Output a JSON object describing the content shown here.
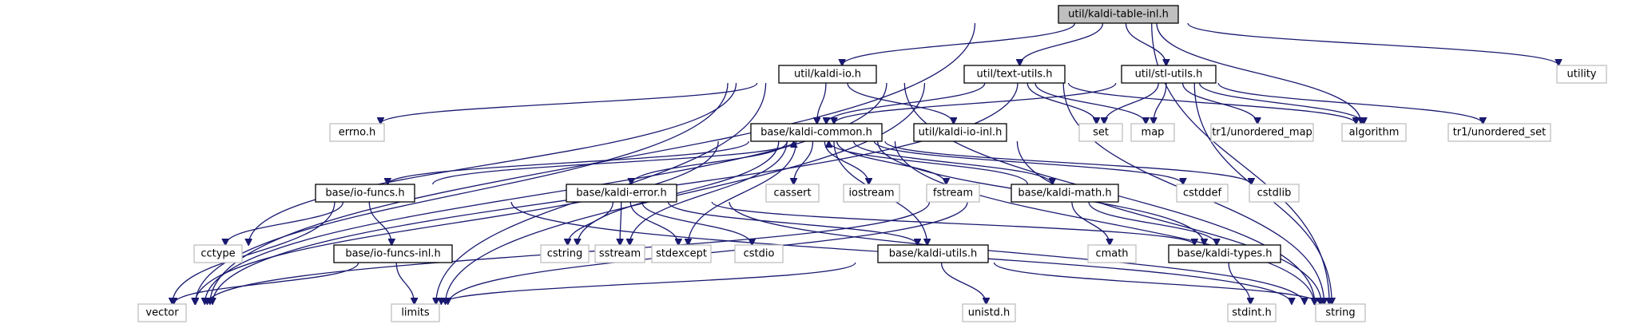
{
  "colors": {
    "edge": "#191970",
    "root_fill": "#bfbfbf",
    "local_border": "#000000",
    "system_border": "#bfbfbf"
  },
  "nodes": [
    {
      "id": "root",
      "label": "util/kaldi-table-inl.h",
      "kind": "root"
    },
    {
      "id": "kaldi_io",
      "label": "util/kaldi-io.h",
      "kind": "local"
    },
    {
      "id": "text_utils",
      "label": "util/text-utils.h",
      "kind": "local"
    },
    {
      "id": "stl_utils",
      "label": "util/stl-utils.h",
      "kind": "local"
    },
    {
      "id": "utility",
      "label": "utility",
      "kind": "system"
    },
    {
      "id": "errno",
      "label": "errno.h",
      "kind": "system"
    },
    {
      "id": "kaldi_common",
      "label": "base/kaldi-common.h",
      "kind": "local"
    },
    {
      "id": "kaldi_io_inl",
      "label": "util/kaldi-io-inl.h",
      "kind": "local"
    },
    {
      "id": "set",
      "label": "set",
      "kind": "system"
    },
    {
      "id": "map",
      "label": "map",
      "kind": "system"
    },
    {
      "id": "tr1_unordered_map",
      "label": "tr1/unordered_map",
      "kind": "system"
    },
    {
      "id": "algorithm",
      "label": "algorithm",
      "kind": "system"
    },
    {
      "id": "tr1_unordered_set",
      "label": "tr1/unordered_set",
      "kind": "system"
    },
    {
      "id": "io_funcs",
      "label": "base/io-funcs.h",
      "kind": "local"
    },
    {
      "id": "kaldi_error",
      "label": "base/kaldi-error.h",
      "kind": "local"
    },
    {
      "id": "cassert",
      "label": "cassert",
      "kind": "system"
    },
    {
      "id": "iostream",
      "label": "iostream",
      "kind": "system"
    },
    {
      "id": "fstream",
      "label": "fstream",
      "kind": "system"
    },
    {
      "id": "kaldi_math",
      "label": "base/kaldi-math.h",
      "kind": "local"
    },
    {
      "id": "cstddef",
      "label": "cstddef",
      "kind": "system"
    },
    {
      "id": "cstdlib",
      "label": "cstdlib",
      "kind": "system"
    },
    {
      "id": "cctype",
      "label": "cctype",
      "kind": "system"
    },
    {
      "id": "io_funcs_inl",
      "label": "base/io-funcs-inl.h",
      "kind": "local"
    },
    {
      "id": "cstring",
      "label": "cstring",
      "kind": "system"
    },
    {
      "id": "sstream",
      "label": "sstream",
      "kind": "system"
    },
    {
      "id": "stdexcept",
      "label": "stdexcept",
      "kind": "system"
    },
    {
      "id": "cstdio",
      "label": "cstdio",
      "kind": "system"
    },
    {
      "id": "kaldi_utils",
      "label": "base/kaldi-utils.h",
      "kind": "local"
    },
    {
      "id": "cmath",
      "label": "cmath",
      "kind": "system"
    },
    {
      "id": "kaldi_types",
      "label": "base/kaldi-types.h",
      "kind": "local"
    },
    {
      "id": "vector",
      "label": "vector",
      "kind": "system"
    },
    {
      "id": "limits",
      "label": "limits",
      "kind": "system"
    },
    {
      "id": "unistd",
      "label": "unistd.h",
      "kind": "system"
    },
    {
      "id": "stdint",
      "label": "stdint.h",
      "kind": "system"
    },
    {
      "id": "string",
      "label": "string",
      "kind": "system"
    }
  ],
  "edges": [
    [
      "root",
      "kaldi_io"
    ],
    [
      "root",
      "text_utils"
    ],
    [
      "root",
      "stl_utils"
    ],
    [
      "root",
      "utility"
    ],
    [
      "root",
      "vector"
    ],
    [
      "root",
      "string"
    ],
    [
      "root",
      "algorithm"
    ],
    [
      "kaldi_io",
      "kaldi_common"
    ],
    [
      "kaldi_io",
      "kaldi_io_inl"
    ],
    [
      "kaldi_io",
      "limits"
    ],
    [
      "kaldi_io",
      "errno"
    ],
    [
      "kaldi_io",
      "cctype"
    ],
    [
      "kaldi_io",
      "vector"
    ],
    [
      "kaldi_io",
      "string"
    ],
    [
      "text_utils",
      "kaldi_common"
    ],
    [
      "text_utils",
      "set"
    ],
    [
      "text_utils",
      "map"
    ],
    [
      "text_utils",
      "algorithm"
    ],
    [
      "text_utils",
      "limits"
    ],
    [
      "text_utils",
      "vector"
    ],
    [
      "text_utils",
      "string"
    ],
    [
      "stl_utils",
      "kaldi_common"
    ],
    [
      "stl_utils",
      "set"
    ],
    [
      "stl_utils",
      "map"
    ],
    [
      "stl_utils",
      "tr1_unordered_map"
    ],
    [
      "stl_utils",
      "algorithm"
    ],
    [
      "stl_utils",
      "tr1_unordered_set"
    ],
    [
      "stl_utils",
      "vector"
    ],
    [
      "stl_utils",
      "string"
    ],
    [
      "kaldi_io_inl",
      "string"
    ],
    [
      "kaldi_common",
      "io_funcs"
    ],
    [
      "kaldi_common",
      "kaldi_error"
    ],
    [
      "kaldi_common",
      "cassert"
    ],
    [
      "kaldi_common",
      "iostream"
    ],
    [
      "kaldi_common",
      "fstream"
    ],
    [
      "kaldi_common",
      "kaldi_math"
    ],
    [
      "kaldi_common",
      "cstddef"
    ],
    [
      "kaldi_common",
      "cstdlib"
    ],
    [
      "kaldi_common",
      "cstring"
    ],
    [
      "kaldi_common",
      "sstream"
    ],
    [
      "kaldi_common",
      "stdexcept"
    ],
    [
      "kaldi_common",
      "kaldi_utils"
    ],
    [
      "kaldi_common",
      "kaldi_types"
    ],
    [
      "kaldi_common",
      "vector"
    ],
    [
      "kaldi_common",
      "string"
    ],
    [
      "io_funcs",
      "kaldi_common"
    ],
    [
      "io_funcs",
      "cctype"
    ],
    [
      "io_funcs",
      "io_funcs_inl"
    ],
    [
      "io_funcs",
      "vector"
    ],
    [
      "io_funcs",
      "string"
    ],
    [
      "io_funcs_inl",
      "limits"
    ],
    [
      "io_funcs_inl",
      "vector"
    ],
    [
      "kaldi_error",
      "cstring"
    ],
    [
      "kaldi_error",
      "sstream"
    ],
    [
      "kaldi_error",
      "stdexcept"
    ],
    [
      "kaldi_error",
      "cstdio"
    ],
    [
      "kaldi_error",
      "kaldi_utils"
    ],
    [
      "kaldi_error",
      "kaldi_types"
    ],
    [
      "kaldi_error",
      "string"
    ],
    [
      "kaldi_math",
      "kaldi_common"
    ],
    [
      "kaldi_math",
      "cmath"
    ],
    [
      "kaldi_math",
      "kaldi_types"
    ],
    [
      "kaldi_math",
      "limits"
    ],
    [
      "kaldi_math",
      "vector"
    ],
    [
      "kaldi_utils",
      "unistd"
    ],
    [
      "kaldi_utils",
      "limits"
    ],
    [
      "kaldi_utils",
      "string"
    ],
    [
      "kaldi_types",
      "stdint"
    ]
  ]
}
